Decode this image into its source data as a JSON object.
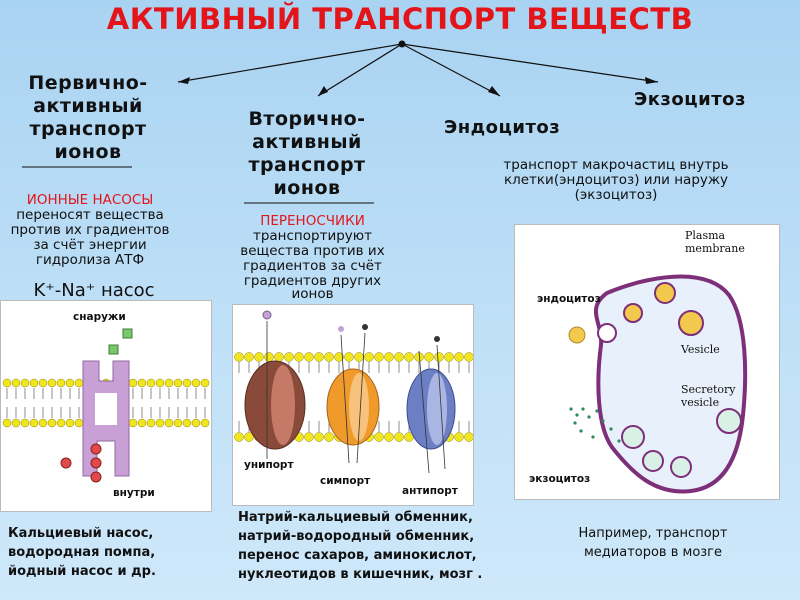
{
  "title": "АКТИВНЫЙ ТРАНСПОРТ ВЕЩЕСТВ",
  "primary": {
    "lines": [
      "Первично-",
      "активный",
      "транспорт",
      "ионов"
    ],
    "subtitle": "ИОННЫЕ НАСОСЫ",
    "desc": [
      "переносят вещества",
      "против их градиентов",
      "за счёт энергии",
      "гидролиза АТФ"
    ],
    "pump_label": "K⁺-Na⁺ насос",
    "img_outside": "снаружи",
    "img_inside": "внутри",
    "caption": [
      "Кальциевый насос,",
      "водородная помпа,",
      "йодный насос и др."
    ]
  },
  "secondary": {
    "lines": [
      "Вторично-",
      "активный",
      "транспорт",
      "ионов"
    ],
    "subtitle": "ПЕРЕНОСЧИКИ",
    "desc": [
      "транспортируют",
      "вещества против их",
      "градиентов за счёт",
      "градиентов других",
      "ионов"
    ],
    "img_labels": [
      "унипорт",
      "симпорт",
      "антипорт"
    ],
    "caption": [
      "Натрий-кальциевый обменник,",
      "натрий-водородный обменник,",
      "перенос сахаров, аминокислот,",
      "нуклеотидов в кишечник, мозг ."
    ]
  },
  "endocytosis": {
    "title": "Эндоцитоз"
  },
  "exocytosis": {
    "title": "Экзоцитоз"
  },
  "macro": {
    "desc": [
      "транспорт макрочастиц внутрь",
      "клетки(эндоцитоз) или наружу",
      "(экзоцитоз)"
    ]
  },
  "cell_image": {
    "plasma": [
      "Plasma",
      "membrane"
    ],
    "endo_label": "эндоцитоз",
    "vesicle": "Vesicle",
    "secretory": [
      "Secretory",
      "vesicle"
    ],
    "exo_label": "экзоцитоз"
  },
  "right_caption": [
    "Например, транспорт",
    "медиаторов в мозге"
  ],
  "colors": {
    "title": "#e3151b",
    "background": "#bfe0f7",
    "membrane_head": "#f1e61e",
    "pump": "#c9a0d6"
  }
}
